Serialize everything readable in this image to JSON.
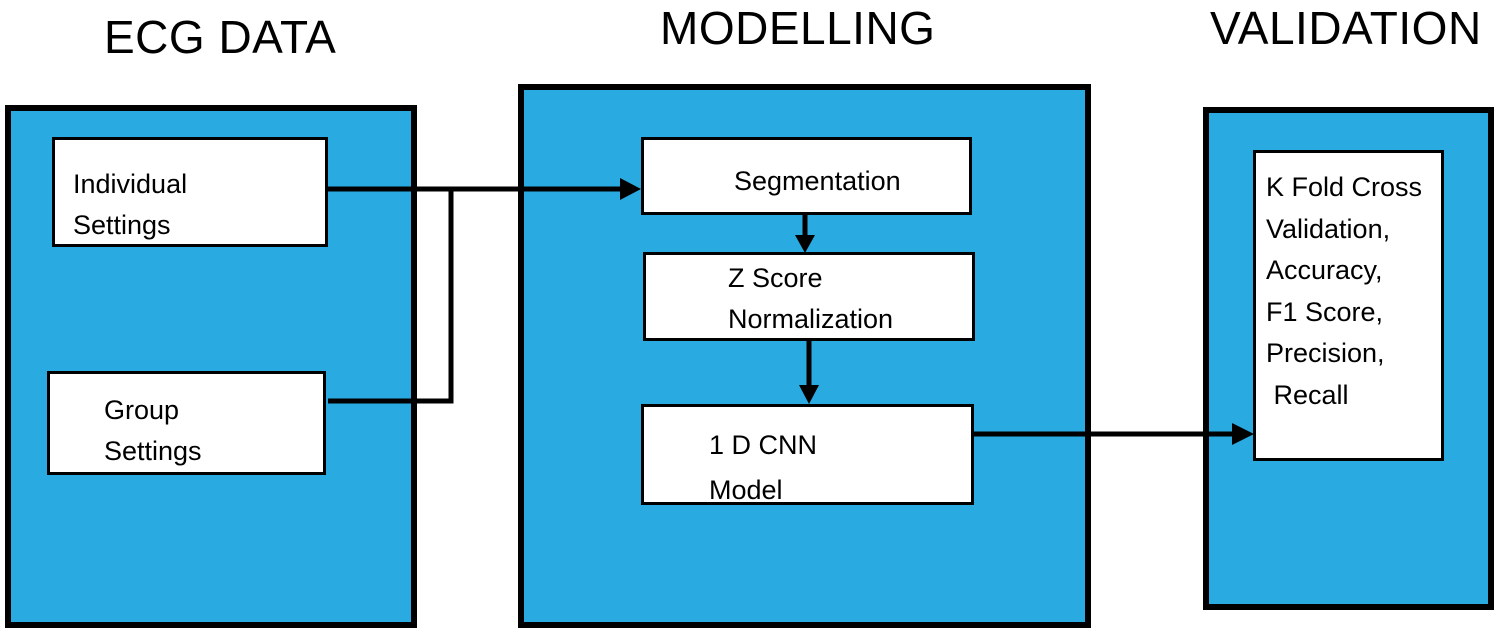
{
  "headings": {
    "ecg_data": "ECG DATA",
    "modelling": "MODELLING",
    "validation": "VALIDATION"
  },
  "ecg_data": {
    "individual": {
      "line1": "Individual",
      "line2": "Settings"
    },
    "group": {
      "line1": "Group",
      "line2": "Settings"
    }
  },
  "modelling": {
    "segmentation": "Segmentation",
    "zscore": {
      "line1": "Z Score",
      "line2": "Normalization"
    },
    "cnn": {
      "line1": "1 D CNN",
      "line2": "Model"
    }
  },
  "validation": {
    "metrics": {
      "line1": "K Fold Cross",
      "line2": "Validation,",
      "line3": "Accuracy,",
      "line4": "F1 Score,",
      "line5": "Precision,",
      "line6": " Recall"
    }
  },
  "colors": {
    "panel_fill": "#29abe2",
    "border": "#000000",
    "box_fill": "#ffffff"
  }
}
